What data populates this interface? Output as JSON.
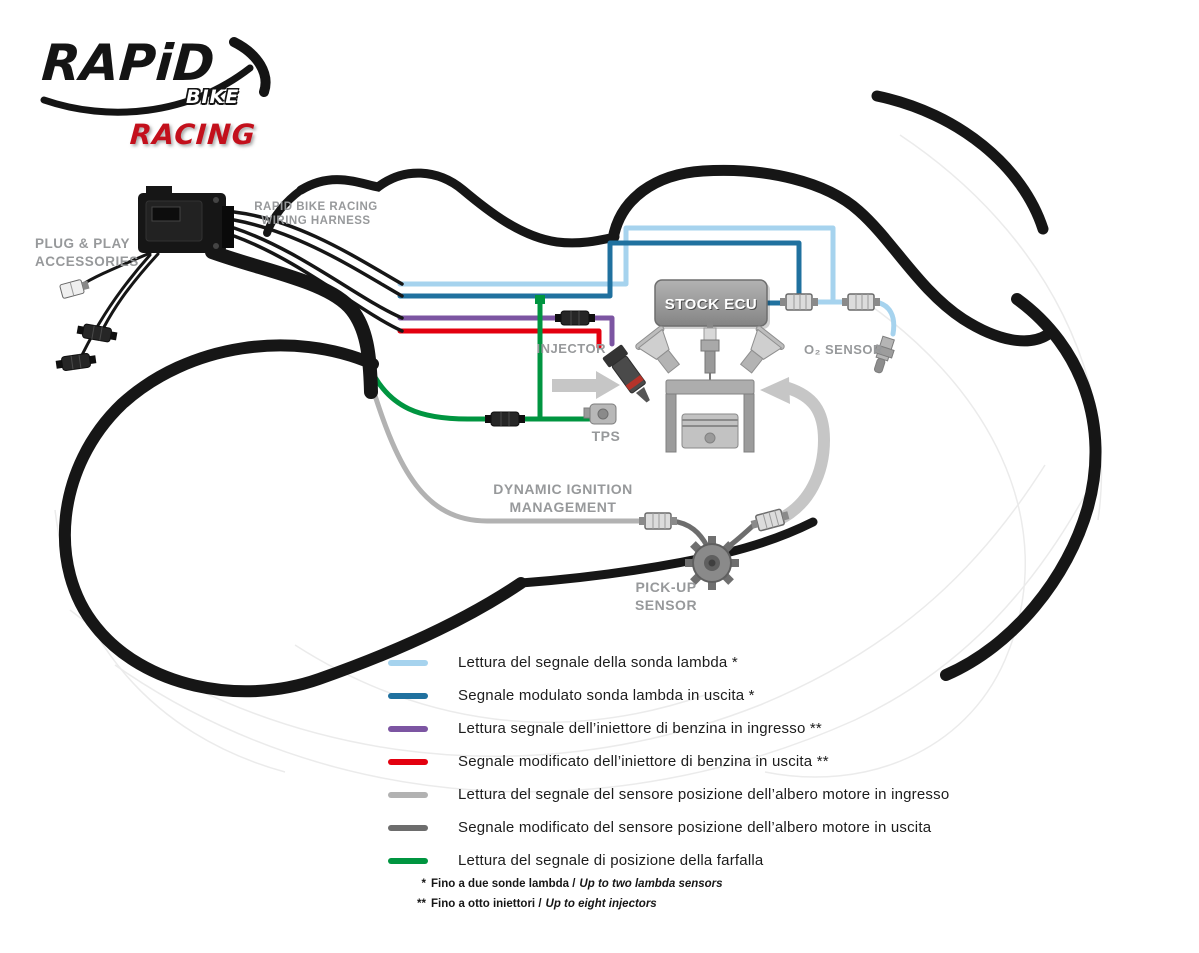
{
  "logo": {
    "rapid": "RAPiD",
    "bike": "BIKE",
    "racing": "RACING"
  },
  "colors": {
    "light_blue": "#a6d3ee",
    "dark_blue": "#20719f",
    "purple": "#7c55a2",
    "red": "#e3000f",
    "light_gray": "#b2b2b2",
    "dark_gray": "#6d6d6d",
    "green": "#009540",
    "label_gray": "#97999b",
    "bike_black": "#161616",
    "logo_red": "#c3101c"
  },
  "diagram_labels": {
    "plug_play_line1": "PLUG & PLAY",
    "plug_play_line2": "ACCESSORIES",
    "harness_line1": "RAPID BIKE RACING",
    "harness_line2": "WIRING HARNESS",
    "stock_ecu": "STOCK ECU",
    "injector": "INJECTOR",
    "o2_sensor": "O₂ SENSOR",
    "tps": "TPS",
    "dim_line1": "DYNAMIC IGNITION",
    "dim_line2": "MANAGEMENT",
    "pickup_line1": "PICK-UP",
    "pickup_line2": "SENSOR"
  },
  "legend": {
    "items": [
      {
        "color": "#a6d3ee",
        "label": "Lettura del segnale della sonda lambda *"
      },
      {
        "color": "#20719f",
        "label": "Segnale modulato sonda lambda in uscita *"
      },
      {
        "color": "#7c55a2",
        "label": "Lettura segnale dell’iniettore di benzina in ingresso **"
      },
      {
        "color": "#e3000f",
        "label": "Segnale modificato dell’iniettore di benzina in uscita **"
      },
      {
        "color": "#b2b2b2",
        "label": "Lettura del segnale del sensore posizione dell’albero motore in ingresso"
      },
      {
        "color": "#6d6d6d",
        "label": "Segnale modificato del sensore posizione dell’albero motore in uscita"
      },
      {
        "color": "#009540",
        "label": "Lettura del segnale di posizione della farfalla"
      }
    ]
  },
  "notes": [
    {
      "marker": "*",
      "text_it": "Fino a due sonde lambda /",
      "text_en": "Up to two lambda sensors"
    },
    {
      "marker": "**",
      "text_it": "Fino a otto iniettori /",
      "text_en": "Up to eight injectors"
    }
  ]
}
